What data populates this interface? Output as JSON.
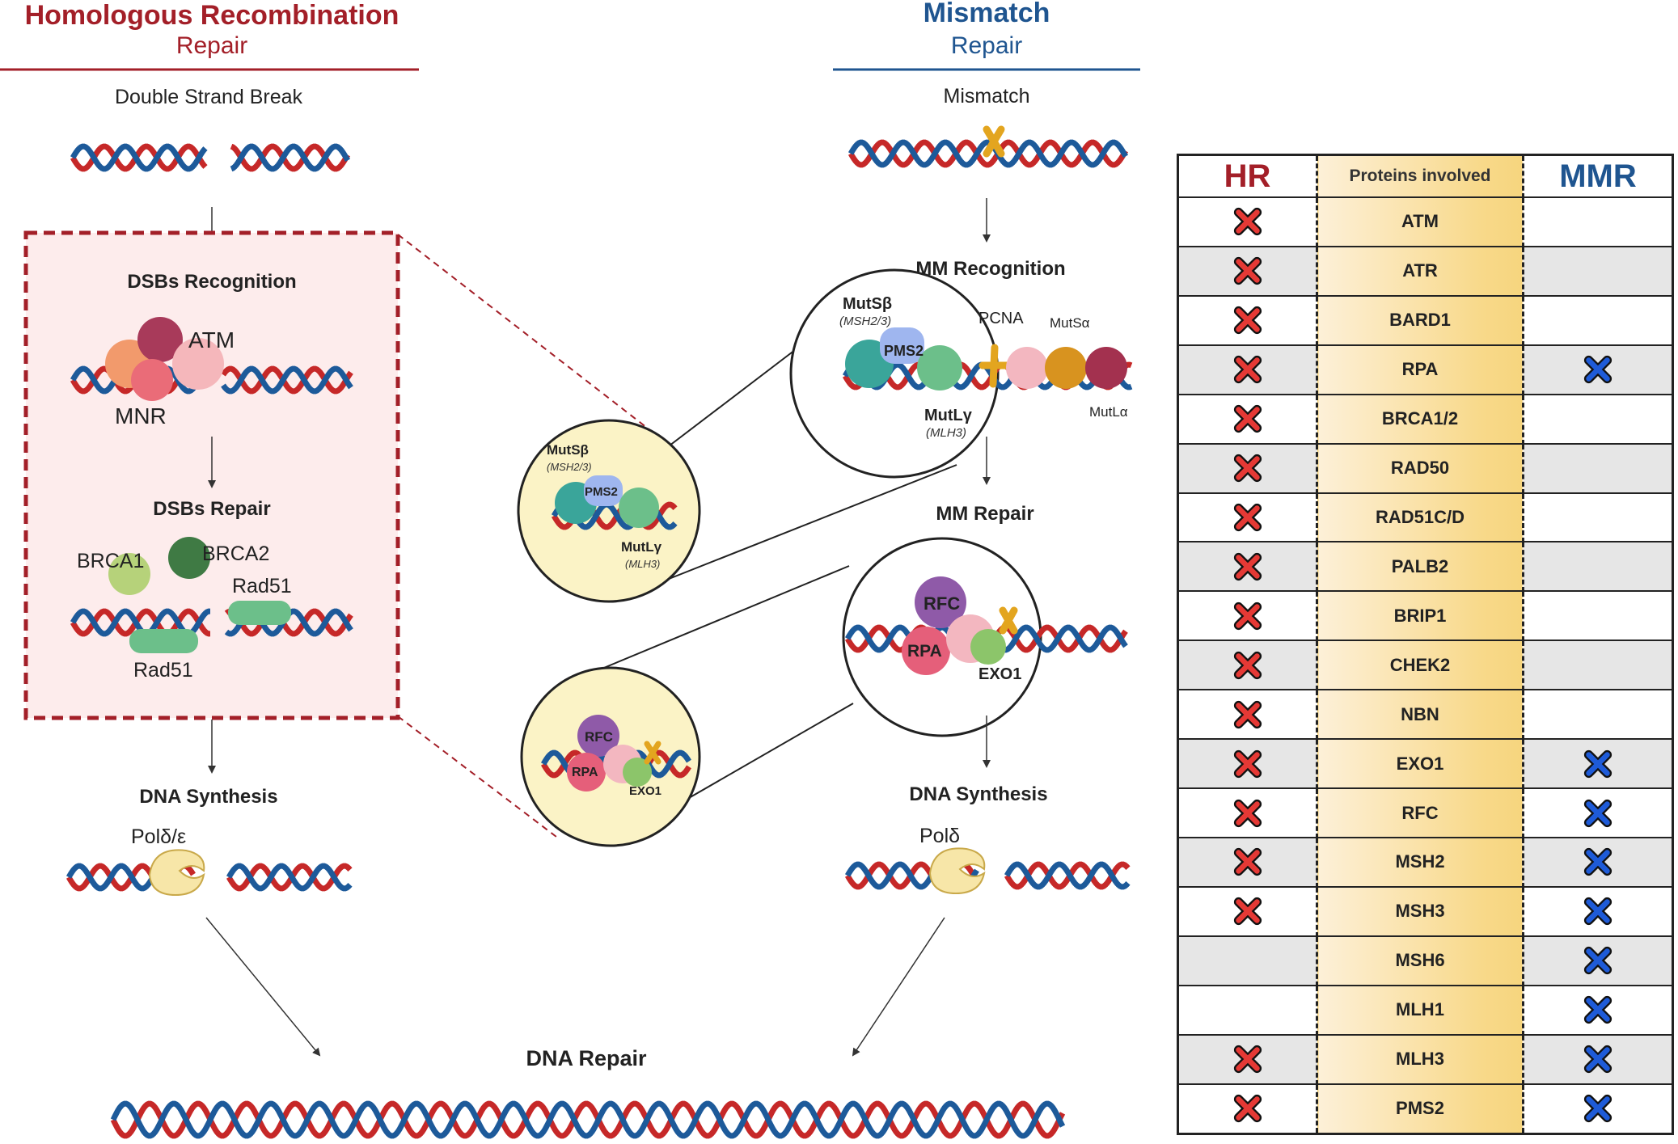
{
  "hr": {
    "title": "Homologous Recombination",
    "subtitle": "Repair",
    "color": "#a31f28",
    "step_damage": "Double Strand Break",
    "step_recognition": "DSBs Recognition",
    "label_atm": "ATM",
    "label_mnr": "MNR",
    "step_repair": "DSBs Repair",
    "label_brca1": "BRCA1",
    "label_brca2": "BRCA2",
    "label_rad51_top": "Rad51",
    "label_rad51_bottom": "Rad51",
    "step_synthesis": "DNA Synthesis",
    "label_pol": "Polδ/ε"
  },
  "mmr": {
    "title": "Mismatch",
    "subtitle": "Repair",
    "color": "#1f5590",
    "step_damage": "Mismatch",
    "step_recognition": "MM Recognition",
    "label_mutsb": "MutSβ",
    "label_mutsb_sub": "(MSH2/3)",
    "label_pms2": "PMS2",
    "label_pcna": "PCNA",
    "label_mutsa": "MutSα",
    "label_mutlg": "MutLγ",
    "label_mutlg_sub": "(MLH3)",
    "label_mutla": "MutLα",
    "step_repair": "MM Repair",
    "label_rfc": "RFC",
    "label_rpa": "RPA",
    "label_exo1": "EXO1",
    "step_synthesis": "DNA Synthesis",
    "label_pol": "Polδ"
  },
  "middle": {
    "zoom1_mutsb": "MutSβ",
    "zoom1_mutsb_sub": "(MSH2/3)",
    "zoom1_pms2": "PMS2",
    "zoom1_mutlg": "MutLγ",
    "zoom1_mutlg_sub": "(MLH3)",
    "zoom2_rfc": "RFC",
    "zoom2_rpa": "RPA",
    "zoom2_exo1": "EXO1"
  },
  "final": {
    "label": "DNA Repair"
  },
  "table": {
    "header_hr": "HR",
    "header_proteins": "Proteins involved",
    "header_mmr": "MMR",
    "rows": [
      {
        "protein": "ATM",
        "hr": true,
        "mmr": false
      },
      {
        "protein": "ATR",
        "hr": true,
        "mmr": false
      },
      {
        "protein": "BARD1",
        "hr": true,
        "mmr": false
      },
      {
        "protein": "RPA",
        "hr": true,
        "mmr": true
      },
      {
        "protein": "BRCA1/2",
        "hr": true,
        "mmr": false
      },
      {
        "protein": "RAD50",
        "hr": true,
        "mmr": false
      },
      {
        "protein": "RAD51C/D",
        "hr": true,
        "mmr": false
      },
      {
        "protein": "PALB2",
        "hr": true,
        "mmr": false
      },
      {
        "protein": "BRIP1",
        "hr": true,
        "mmr": false
      },
      {
        "protein": "CHEK2",
        "hr": true,
        "mmr": false
      },
      {
        "protein": "NBN",
        "hr": true,
        "mmr": false
      },
      {
        "protein": "EXO1",
        "hr": true,
        "mmr": true
      },
      {
        "protein": "RFC",
        "hr": true,
        "mmr": true
      },
      {
        "protein": "MSH2",
        "hr": true,
        "mmr": true
      },
      {
        "protein": "MSH3",
        "hr": true,
        "mmr": true
      },
      {
        "protein": "MSH6",
        "hr": false,
        "mmr": true
      },
      {
        "protein": "MLH1",
        "hr": false,
        "mmr": true
      },
      {
        "protein": "MLH3",
        "hr": true,
        "mmr": true
      },
      {
        "protein": "PMS2",
        "hr": true,
        "mmr": true
      }
    ],
    "mark_colors": {
      "hr": "#e53935",
      "mmr": "#1e5bd8"
    }
  }
}
